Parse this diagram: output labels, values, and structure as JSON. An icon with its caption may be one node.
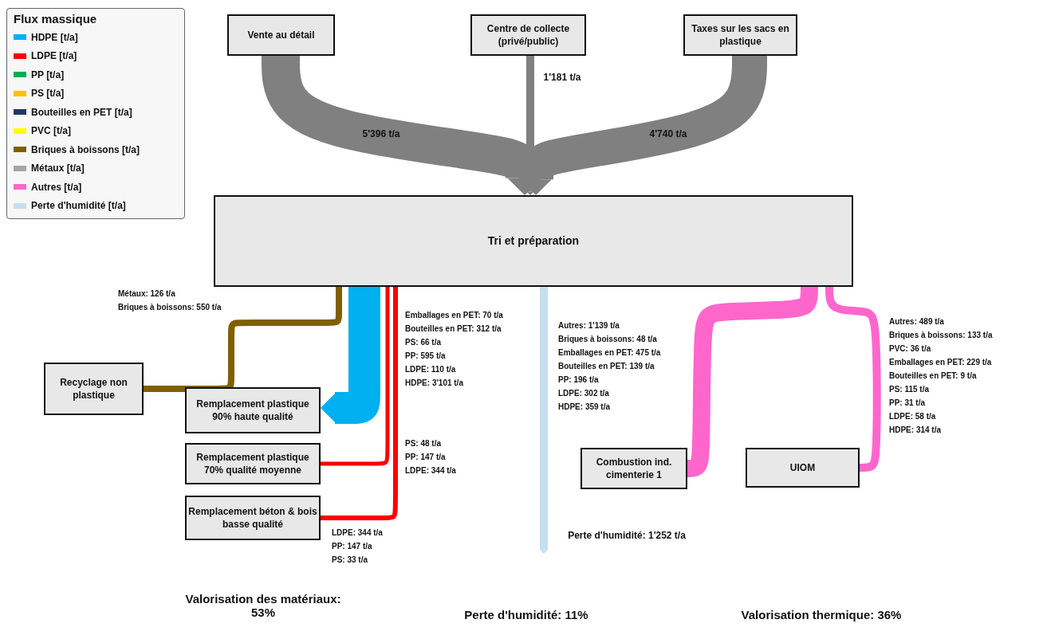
{
  "diagram": {
    "nodes": [
      {
        "text": [
          "Vente au détail"
        ]
      },
      {
        "text": [
          "Centre de collecte (privé/public)"
        ]
      },
      {
        "text": [
          "Taxes sur les sacs en plastique"
        ]
      },
      {
        "text": [
          "Tri et préparation"
        ]
      },
      {
        "text": [
          "Recyclage non plastique"
        ]
      },
      {
        "text": [
          "Remplacement plastique 90% haute qualité"
        ]
      },
      {
        "text": [
          "Remplacement plastique 70% qualité moyenne"
        ]
      },
      {
        "text": [
          "Remplacement béton & bois basse qualité"
        ]
      },
      {
        "text": [
          "Combustion ind. cimenterie 1"
        ]
      },
      {
        "text": [
          "UIOM"
        ]
      }
    ],
    "edges": [
      {
        "from": 0,
        "to": 3,
        "arrow": "to",
        "label": "5'396 t/a",
        "style": "thick",
        "color": "#808080"
      },
      {
        "from": 1,
        "to": 3,
        "arrow": "to",
        "label": "1'181 t/a",
        "color": "#808080"
      },
      {
        "from": 2,
        "to": 3,
        "arrow": "to",
        "label": "4'740 t/a",
        "style": "thick",
        "color": "#808080"
      },
      {
        "from": 3,
        "to": 4,
        "arrow": "none",
        "color": "#7f6000"
      },
      {
        "from": 3,
        "to": 5,
        "arrow": "to",
        "style": "thick",
        "color": "#00b0f0"
      },
      {
        "from": 3,
        "to": 6,
        "arrow": "none",
        "color": "#ff0000"
      },
      {
        "from": 3,
        "to": 7,
        "arrow": "none",
        "color": "#ff0000"
      },
      {
        "from": 3,
        "to": null,
        "arrow": "to",
        "label": "Perte d'humidité: 1'252 t/a",
        "color": "#c5dfee"
      },
      {
        "from": 3,
        "to": 8,
        "arrow": "none",
        "style": "thick",
        "color": "#ff66cc"
      },
      {
        "from": 3,
        "to": 9,
        "arrow": "none",
        "color": "#ff66cc"
      }
    ],
    "labels": [
      "Flux massique",
      "Métaux: 126 t/a",
      "Briques à boissons: 550 t/a",
      "Emballages en PET: 70 t/a",
      "Bouteilles en PET: 312 t/a",
      "PS: 66 t/a",
      "PP: 595 t/a",
      "LDPE: 110 t/a",
      "HDPE: 3'101 t/a",
      "PS: 48 t/a",
      "PP: 147 t/a",
      "LDPE: 344 t/a",
      "LDPE: 344 t/a",
      "PP: 147 t/a",
      "PS: 33 t/a",
      "Autres: 1'139 t/a",
      "Briques à boissons: 48 t/a",
      "Emballages en PET: 475 t/a",
      "Bouteilles en PET: 139 t/a",
      "PP: 196 t/a",
      "LDPE: 302 t/a",
      "HDPE: 359 t/a",
      "Autres: 489 t/a",
      "Briques à boissons: 133 t/a",
      "PVC: 36 t/a",
      "Emballages en PET: 229 t/a",
      "Bouteilles en PET: 9 t/a",
      "PS: 115 t/a",
      "PP: 31 t/a",
      "LDPE: 58 t/a",
      "HDPE: 314 t/a",
      "Valorisation des matériaux: 53%",
      "Perte d'humidité: 11%",
      "Valorisation thermique: 36%"
    ],
    "legend": [
      {
        "text": "HDPE [t/a]",
        "color": "#00b0f0"
      },
      {
        "text": "LDPE [t/a]",
        "color": "#ff0000"
      },
      {
        "text": "PP [t/a]",
        "color": "#00b050"
      },
      {
        "text": "PS [t/a]",
        "color": "#ffc000"
      },
      {
        "text": "Bouteilles en PET [t/a]",
        "color": "#1f3864"
      },
      {
        "text": "PVC [t/a]",
        "color": "#ffff00"
      },
      {
        "text": "Briques à boissons [t/a]",
        "color": "#7f6000"
      },
      {
        "text": "Métaux [t/a]",
        "color": "#a6a6a6"
      },
      {
        "text": "Autres [t/a]",
        "color": "#ff66cc"
      },
      {
        "text": "Perte d'humidité [t/a]",
        "color": "#c5dfee"
      }
    ]
  }
}
